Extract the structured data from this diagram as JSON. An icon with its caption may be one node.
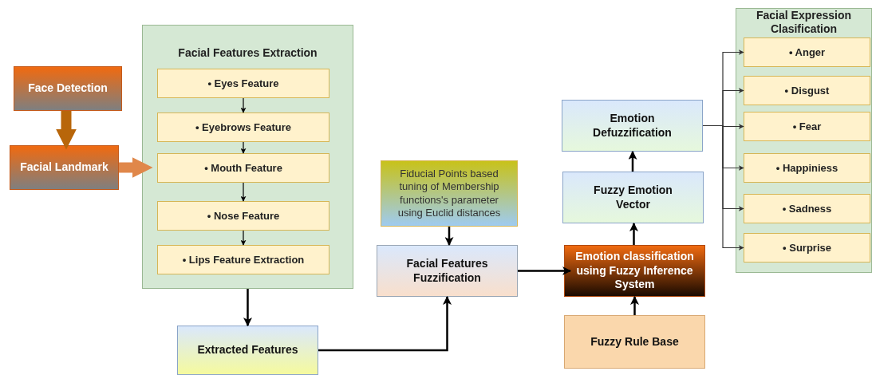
{
  "diagram": {
    "nodes": [
      {
        "text": [
          "Face Detection"
        ]
      },
      {
        "text": [
          "Facial Landmark"
        ]
      },
      {
        "text": [
          "Facial Features Extraction"
        ]
      },
      {
        "text": [
          "• Eyes Feature"
        ],
        "in": 2
      },
      {
        "text": [
          "• Eyebrows Feature"
        ],
        "in": 2
      },
      {
        "text": [
          "• Mouth Feature"
        ],
        "in": 2
      },
      {
        "text": [
          "• Nose Feature"
        ],
        "in": 2
      },
      {
        "text": [
          "• Lips Feature Extraction"
        ],
        "in": 2
      },
      {
        "text": [
          "Extracted Features"
        ]
      },
      {
        "text": [
          "Fiducial Points based tuning of Membership functions's parameter using Euclid distances"
        ]
      },
      {
        "text": [
          "Facial Features Fuzzification"
        ]
      },
      {
        "text": [
          "Emotion classification using Fuzzy Inference System"
        ]
      },
      {
        "text": [
          "Fuzzy Rule Base"
        ]
      },
      {
        "text": [
          "Fuzzy Emotion Vector"
        ]
      },
      {
        "text": [
          "Emotion Defuzzification"
        ]
      },
      {
        "text": [
          "Facial Expression Clasification"
        ]
      },
      {
        "text": [
          "• Anger"
        ],
        "in": 15
      },
      {
        "text": [
          "• Disgust"
        ],
        "in": 15
      },
      {
        "text": [
          "• Fear"
        ],
        "in": 15
      },
      {
        "text": [
          "• Happiniess"
        ],
        "in": 15
      },
      {
        "text": [
          "• Sadness"
        ],
        "in": 15
      },
      {
        "text": [
          "• Surprise"
        ],
        "in": 15
      }
    ],
    "edges": [
      {
        "from": 0,
        "to": 1,
        "arrow": "to",
        "style": "thick",
        "color": "#b8660a"
      },
      {
        "from": 1,
        "to": 2,
        "arrow": "to",
        "style": "thick",
        "color": "#e0874a"
      },
      {
        "from": 3,
        "to": 4,
        "arrow": "to"
      },
      {
        "from": 4,
        "to": 5,
        "arrow": "to"
      },
      {
        "from": 5,
        "to": 6,
        "arrow": "to"
      },
      {
        "from": 6,
        "to": 7,
        "arrow": "to"
      },
      {
        "from": 2,
        "to": 8,
        "arrow": "to"
      },
      {
        "from": 8,
        "to": 10,
        "arrow": "to"
      },
      {
        "from": 9,
        "to": 10,
        "arrow": "to"
      },
      {
        "from": 10,
        "to": 11,
        "arrow": "to"
      },
      {
        "from": 12,
        "to": 11,
        "arrow": "to"
      },
      {
        "from": 11,
        "to": 13,
        "arrow": "to"
      },
      {
        "from": 13,
        "to": 14,
        "arrow": "to"
      },
      {
        "from": 14,
        "to": 16,
        "arrow": "to"
      },
      {
        "from": 14,
        "to": 17,
        "arrow": "to"
      },
      {
        "from": 14,
        "to": 18,
        "arrow": "to"
      },
      {
        "from": 14,
        "to": 19,
        "arrow": "to"
      },
      {
        "from": 14,
        "to": 20,
        "arrow": "to"
      },
      {
        "from": 14,
        "to": 21,
        "arrow": "to"
      }
    ]
  }
}
